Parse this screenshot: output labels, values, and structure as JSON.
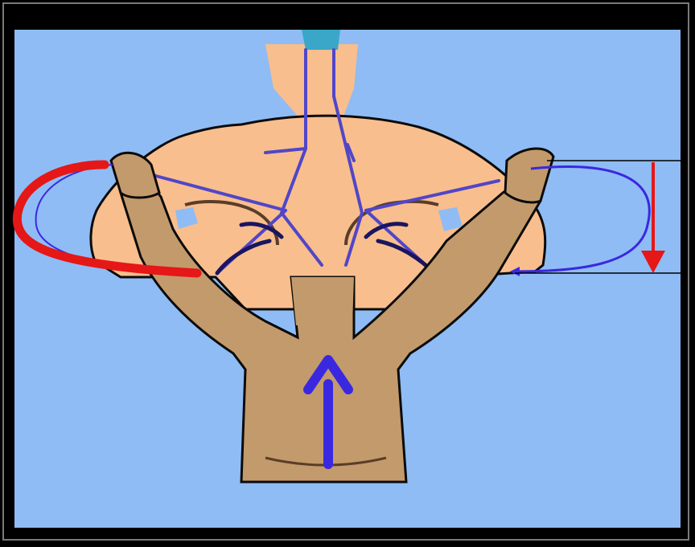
{
  "figure": {
    "kind": "illustration",
    "colors": {
      "frame": "#000000",
      "background": "#8fbcf5",
      "front_skin": "#c39a6b",
      "back_skin": "#f9be8d",
      "outline": "#0b0b0b",
      "path_blue": "#5146c8",
      "motion_blue": "#3a28e0",
      "motion_red": "#e51717",
      "guide_line": "#000000",
      "collar": "#3aa7c9"
    },
    "arrows": [
      {
        "color": "motion_red",
        "direction": "down"
      },
      {
        "color": "motion_blue",
        "direction": "up"
      }
    ]
  }
}
